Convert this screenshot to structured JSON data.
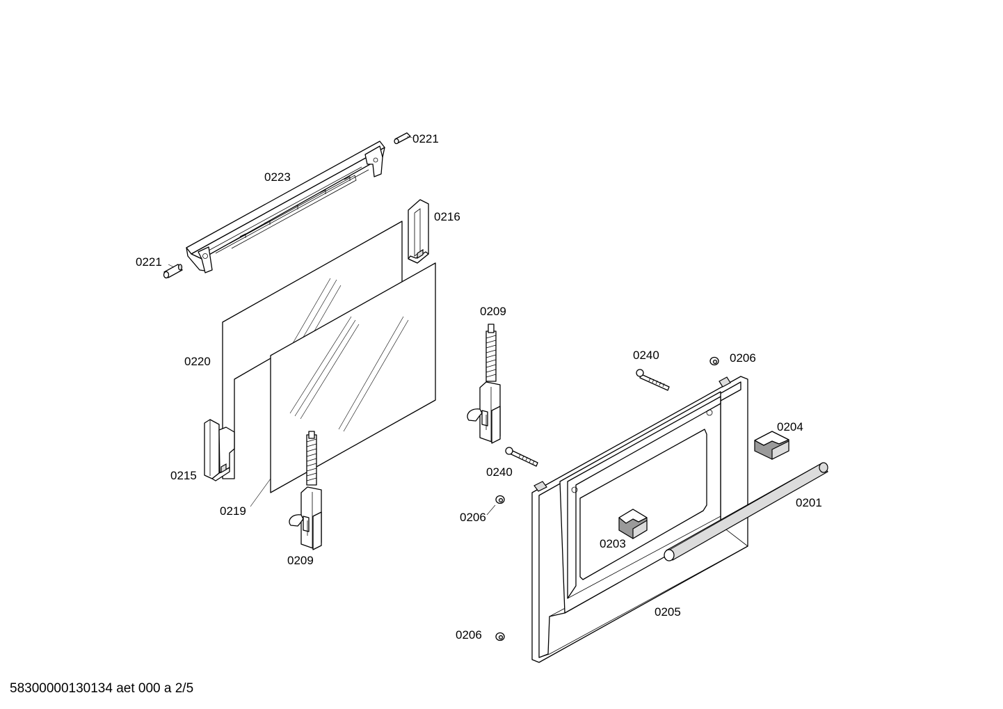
{
  "callouts": {
    "c0221_top": "0221",
    "c0223": "0223",
    "c0216": "0216",
    "c0221_left": "0221",
    "c0220": "0220",
    "c0215": "0215",
    "c0219": "0219",
    "c0209_bottom": "0209",
    "c0209_top": "0209",
    "c0240_top": "0240",
    "c0206_top": "0206",
    "c0204": "0204",
    "c0240_mid": "0240",
    "c0201": "0201",
    "c0206_mid": "0206",
    "c0203": "0203",
    "c0205": "0205",
    "c0206_bottom": "0206"
  },
  "footer": {
    "document_code": "58300000130134 aet 000 a 2/5"
  }
}
